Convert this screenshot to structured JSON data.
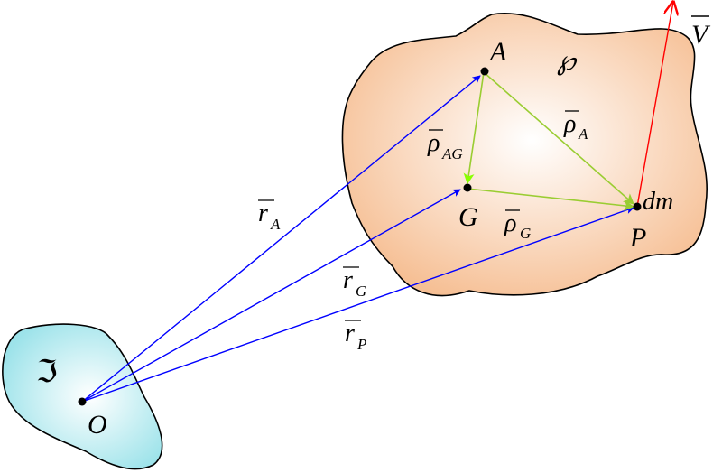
{
  "colors": {
    "body_fill_center": "#ffffff",
    "body_fill_edge": "#f6bf94",
    "frame_fill_center": "#ffffff",
    "frame_fill_edge": "#9de3ea",
    "outline": "#000000",
    "position_vectors": "#0000ff",
    "relative_vectors": "#9acd32",
    "relative_vector_highlight": "#88ff00",
    "velocity": "#ff0000",
    "point": "#000000"
  },
  "labels": {
    "frame_symbol": "ℑ",
    "body_symbol": "℘",
    "origin": "O",
    "point_a": "A",
    "point_g": "G",
    "point_p": "P",
    "mass_element": "dm",
    "velocity": "V",
    "r_a": {
      "base": "r",
      "sub": "A"
    },
    "r_g": {
      "base": "r",
      "sub": "G"
    },
    "r_p": {
      "base": "r",
      "sub": "P"
    },
    "rho_a": {
      "base": "ρ",
      "sub": "A"
    },
    "rho_ag": {
      "base": "ρ",
      "sub": "AG"
    },
    "rho_g": {
      "base": "ρ",
      "sub": "G"
    }
  }
}
